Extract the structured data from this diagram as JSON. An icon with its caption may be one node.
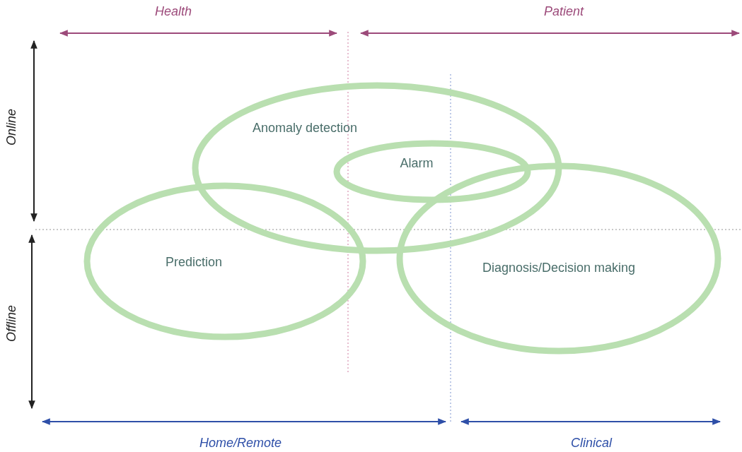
{
  "diagram": {
    "nodes": [
      {
        "text": [
          "Anomaly detection"
        ]
      },
      {
        "text": [
          "Alarm"
        ],
        "in": 0
      },
      {
        "text": [
          "Prediction"
        ]
      },
      {
        "text": [
          "Diagnosis/Decision making"
        ]
      }
    ],
    "labels": [
      "Health",
      "Patient",
      "Online",
      "Offline",
      "Home/Remote",
      "Clinical"
    ]
  }
}
